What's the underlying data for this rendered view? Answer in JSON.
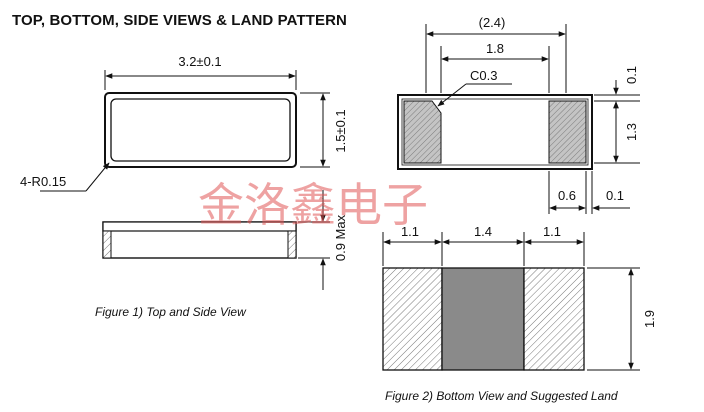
{
  "title": "TOP, BOTTOM, SIDE VIEWS & LAND PATTERN",
  "figure1_caption": "Figure 1) Top and  Side View",
  "figure2_caption": "Figure 2) Bottom View  and Suggested  Land",
  "watermark": "金洛鑫电子",
  "top_view": {
    "width_label": "3.2±0.1",
    "height_label": "1.5±0.1",
    "corner_label": "4-R0.15",
    "side_height_label": "0.9 Max"
  },
  "bottom_view": {
    "overall_label": "(2.4)",
    "inner_label": "1.8",
    "chamfer_label": "C0.3",
    "edge_top_label": "0.1",
    "height_label": "1.3",
    "pad_width_label": "0.6",
    "edge_right_label": "0.1"
  },
  "land_pattern": {
    "left_label": "1.1",
    "middle_label": "1.4",
    "right_label": "1.1",
    "height_label": "1.9"
  },
  "colors": {
    "watermark": "#e05555",
    "land_center": "#8a8a8a",
    "pad": "#b8b8b8"
  }
}
